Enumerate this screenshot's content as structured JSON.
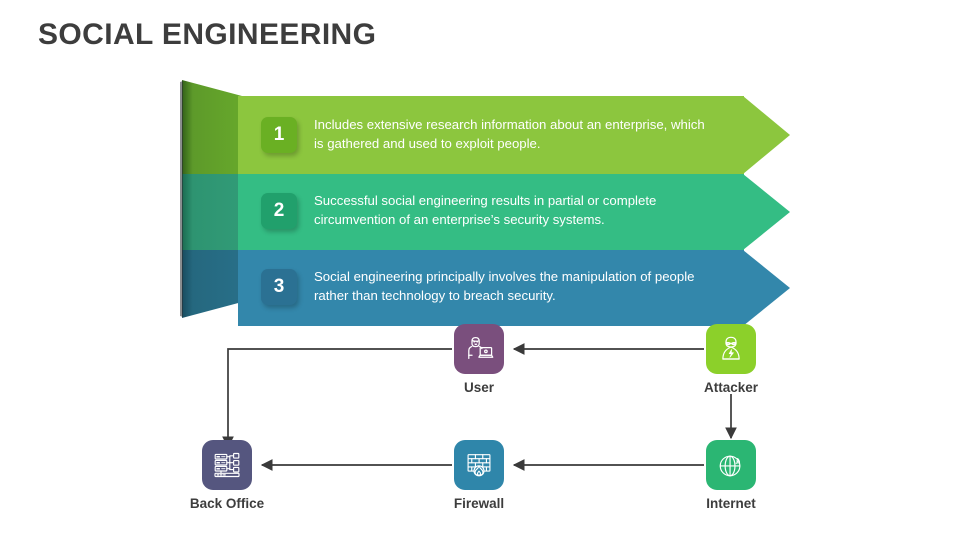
{
  "page": {
    "title": "SOCIAL ENGINEERING",
    "background": "#ffffff",
    "title_color": "#3d3d3d"
  },
  "banner": {
    "fold_colors": [
      "#579c26",
      "#2c9070",
      "#256b85"
    ],
    "rows": [
      {
        "number": "1",
        "text": "Includes extensive research information about an enterprise, which\nis gathered and used to exploit people.",
        "color": "#8cc63e",
        "badge_color": "#6ab023"
      },
      {
        "number": "2",
        "text": "Successful social engineering results in partial or complete\ncircumvention of an enterprise’s security systems.",
        "color": "#34bd84",
        "badge_color": "#21a06c"
      },
      {
        "number": "3",
        "text": "Social engineering principally involves the manipulation of people\nrather than technology to breach security.",
        "color": "#3387ab",
        "badge_color": "#2b7193"
      }
    ]
  },
  "diagram": {
    "arrow_color": "#3a3a3a",
    "nodes": [
      {
        "id": "user",
        "label": "User",
        "icon": "user-laptop-icon",
        "color": "#7a4f7d"
      },
      {
        "id": "attacker",
        "label": "Attacker",
        "icon": "hacker-hood-icon",
        "color": "#8cd02a"
      },
      {
        "id": "back-office",
        "label": "Back Office",
        "icon": "server-rack-icon",
        "color": "#55567f"
      },
      {
        "id": "firewall",
        "label": "Firewall",
        "icon": "firewall-brick-icon",
        "color": "#2f86aa"
      },
      {
        "id": "internet",
        "label": "Internet",
        "icon": "globe-signal-icon",
        "color": "#2bb673"
      }
    ],
    "connections": [
      {
        "from": "attacker",
        "to": "user",
        "direction": "left"
      },
      {
        "from": "user",
        "to": "back-office",
        "direction": "down"
      },
      {
        "from": "internet",
        "to": "firewall",
        "direction": "left"
      },
      {
        "from": "firewall",
        "to": "back-office",
        "direction": "left"
      },
      {
        "from": "attacker",
        "to": "internet",
        "direction": "down"
      }
    ]
  }
}
